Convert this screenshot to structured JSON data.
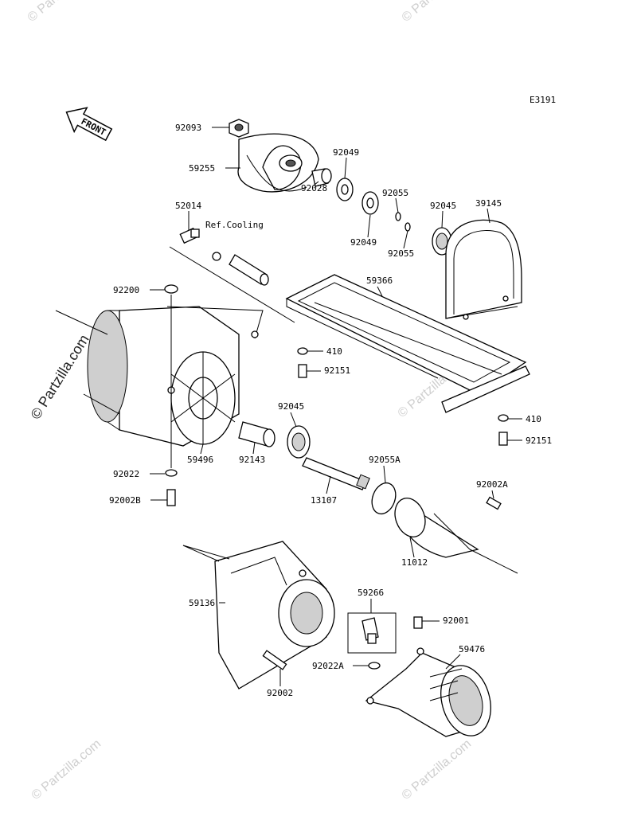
{
  "diagram": {
    "code": "E3191",
    "front_label": "FRONT",
    "ref_note": "Ref.Cooling",
    "watermark_main": "© Partzilla.com",
    "watermark_small": "© Partzilla.com",
    "labels": [
      "92093",
      "59255",
      "92049",
      "92028",
      "92049",
      "92055",
      "92055",
      "92045",
      "39145",
      "52014",
      "59366",
      "92200",
      "410",
      "92151",
      "410",
      "92151",
      "59496",
      "92045",
      "92143",
      "92022",
      "92002B",
      "13107",
      "92055A",
      "92002A",
      "11012",
      "59136",
      "59266",
      "92001",
      "59476",
      "92022A",
      "92002"
    ]
  }
}
